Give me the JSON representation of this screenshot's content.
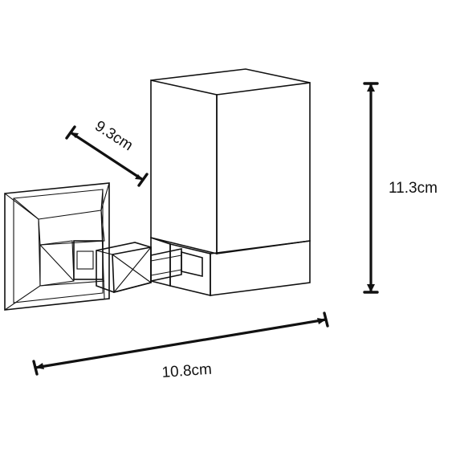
{
  "dimensions": {
    "depth": "9.3cm",
    "height": "11.3cm",
    "width": "10.8cm"
  },
  "colors": {
    "ink": "#111111",
    "background": "#ffffff"
  }
}
